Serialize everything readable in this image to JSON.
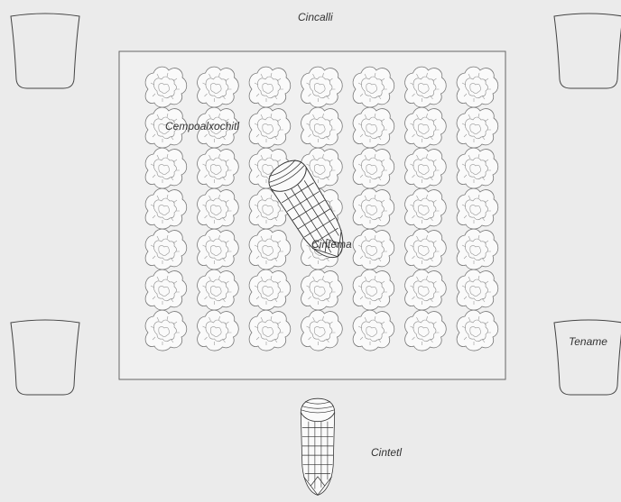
{
  "labels": {
    "top": "Cincalli",
    "field_flower": "Cempoalxochitl",
    "field_corn": "Cintema",
    "right_vessel": "Tename",
    "bottom_corn": "Cintetl"
  },
  "field": {
    "flower_rows": 7,
    "flower_cols": 7
  },
  "colors": {
    "background": "#ebebeb",
    "field_fill": "#f0f0f0",
    "stroke": "#555555"
  },
  "icons": {
    "vessel": "vessel-icon",
    "flower": "marigold-flower-icon",
    "corn": "corn-cob-icon"
  }
}
